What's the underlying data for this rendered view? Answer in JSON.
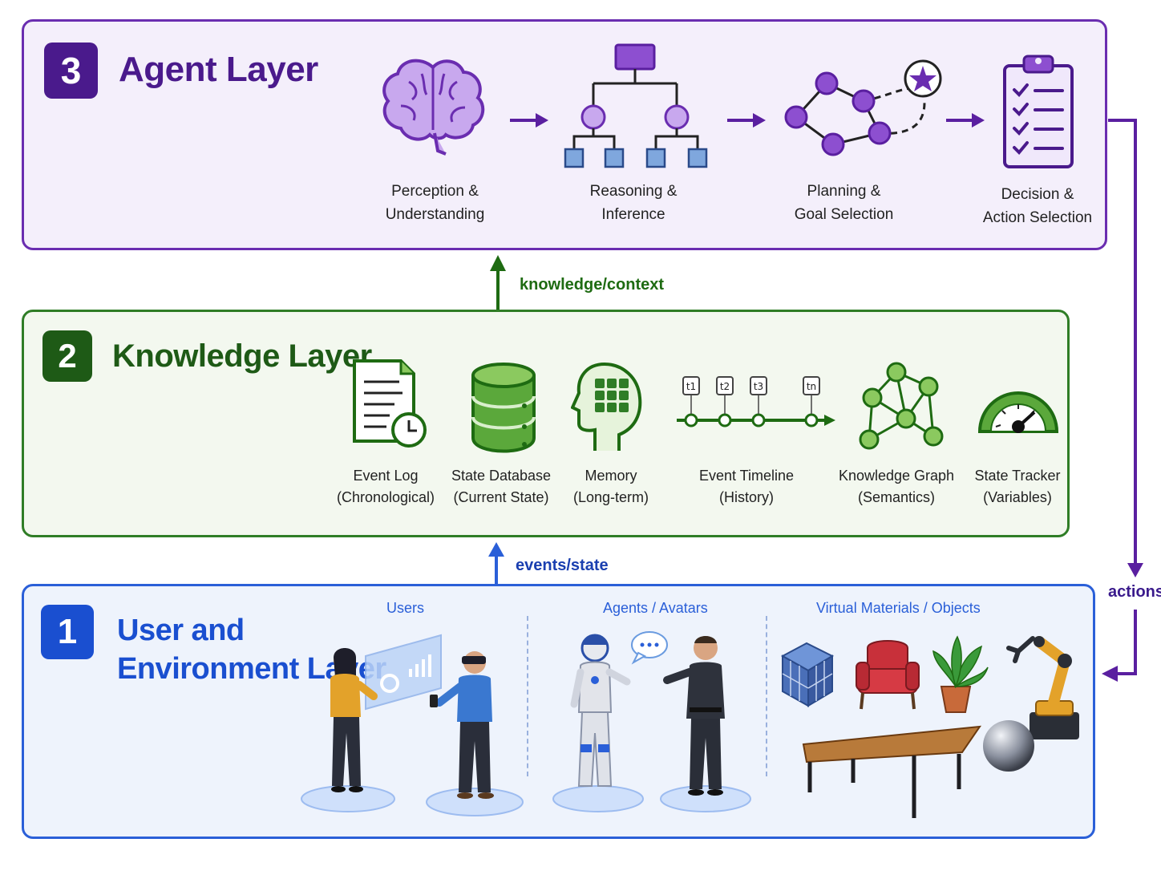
{
  "colors": {
    "agent": "#6a2db0",
    "knowledge": "#2f7d26",
    "user": "#2a5fd8",
    "dark_green": "#1e6b12",
    "icon_purple": "#8d4fd0",
    "light_purple": "#c8a8ee",
    "light_green": "#8bc95f"
  },
  "agent_layer": {
    "number": "3",
    "title": "Agent Layer",
    "steps": [
      {
        "line1": "Perception &",
        "line2": "Understanding",
        "icon": "brain-icon"
      },
      {
        "line1": "Reasoning &",
        "line2": "Inference",
        "icon": "tree-icon"
      },
      {
        "line1": "Planning &",
        "line2": "Goal Selection",
        "icon": "path-icon"
      },
      {
        "line1": "Decision &",
        "line2": "Action Selection",
        "icon": "clipboard-icon"
      }
    ]
  },
  "knowledge_layer": {
    "number": "2",
    "title": "Knowledge Layer",
    "items": [
      {
        "line1": "Event Log",
        "line2": "(Chronological)",
        "icon": "document-clock-icon"
      },
      {
        "line1": "State Database",
        "line2": "(Current State)",
        "icon": "database-icon"
      },
      {
        "line1": "Memory",
        "line2": "(Long-term)",
        "icon": "head-memory-icon"
      },
      {
        "line1": "Event Timeline",
        "line2": "(History)",
        "icon": "timeline-icon"
      },
      {
        "line1": "Knowledge Graph",
        "line2": "(Semantics)",
        "icon": "graph-icon"
      },
      {
        "line1": "State Tracker",
        "line2": "(Variables)",
        "icon": "gauge-icon"
      }
    ],
    "timeline_ticks": [
      "t1",
      "t2",
      "t3",
      "tn"
    ]
  },
  "user_layer": {
    "number": "1",
    "title_line1": "User and",
    "title_line2": "Environment Layer",
    "sections": [
      "Users",
      "Agents / Avatars",
      "Virtual Materials / Objects"
    ]
  },
  "flows": {
    "knowledge_context": "knowledge/context",
    "events_state": "events/state",
    "actions": "actions"
  }
}
